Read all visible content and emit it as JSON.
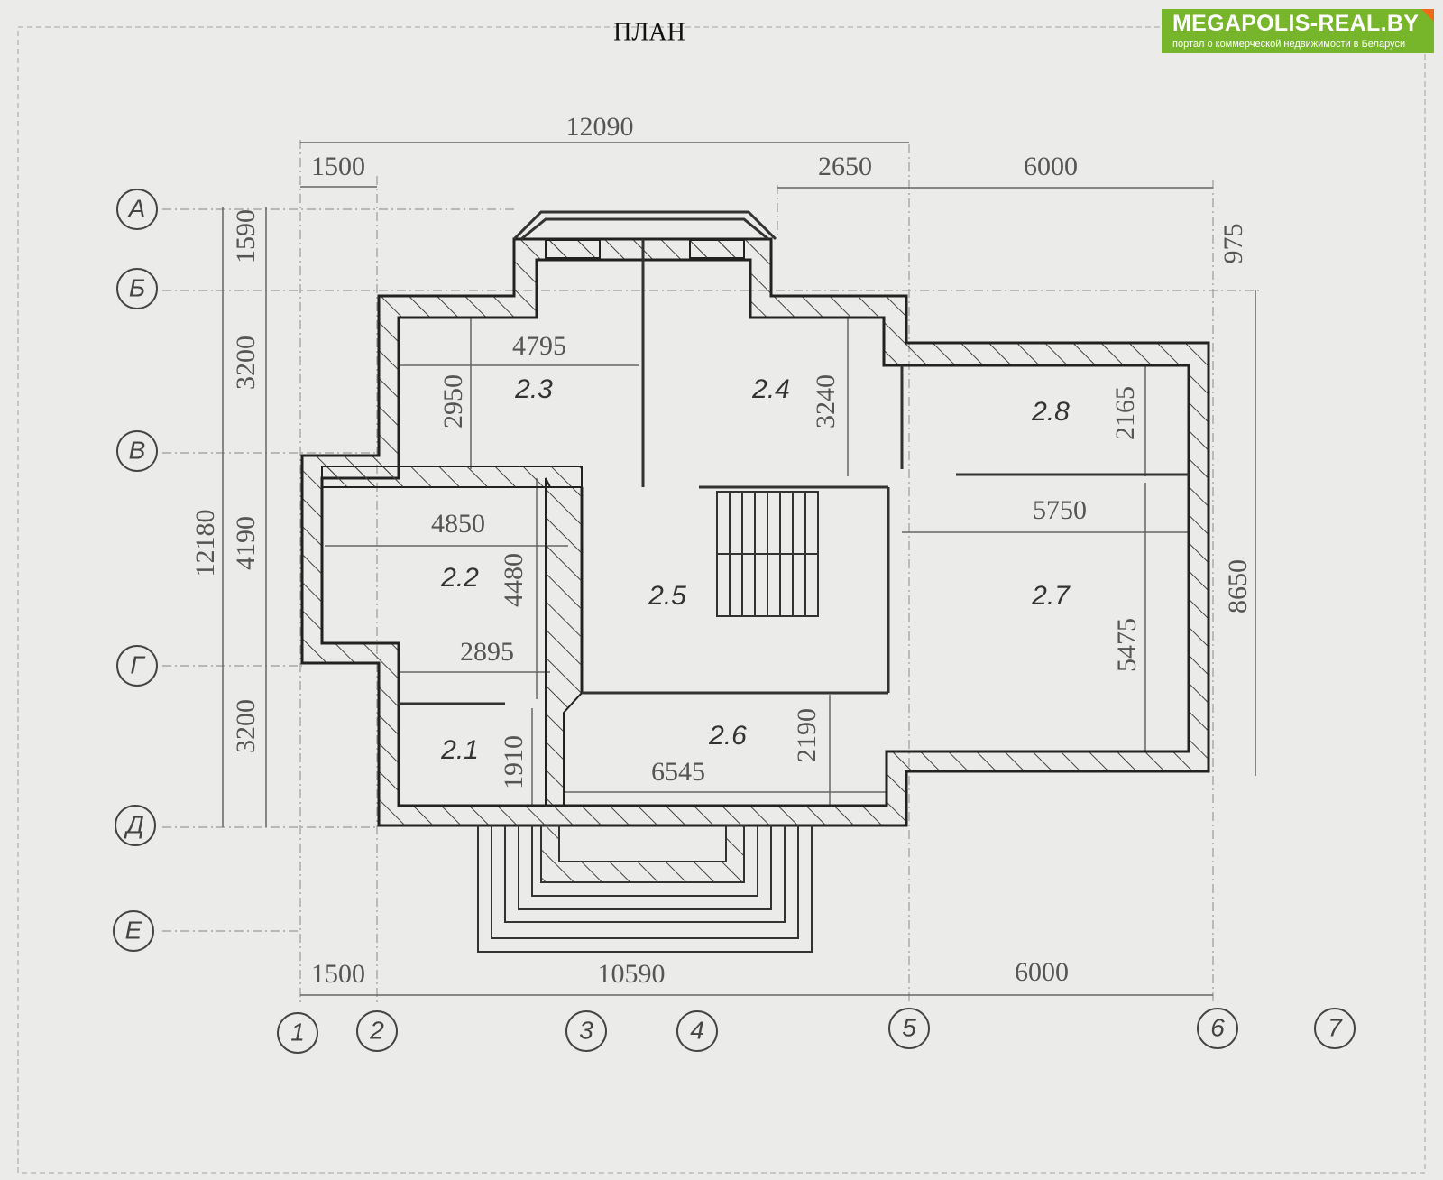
{
  "title": "ПЛАН",
  "logo": {
    "name": "MEGAPOLIS-REAL.BY",
    "tagline": "портал о коммерческой недвижимости в Беларуси",
    "color": "#77b52b"
  },
  "axes": {
    "rows": [
      "А",
      "Б",
      "В",
      "Г",
      "Д",
      "Е"
    ],
    "columns": [
      "1",
      "2",
      "3",
      "4",
      "5",
      "6",
      "7"
    ]
  },
  "dimensions": {
    "top": [
      "12090",
      "1500",
      "2650",
      "6000"
    ],
    "bottom": [
      "1500",
      "10590",
      "6000"
    ],
    "left": [
      "1590",
      "3200",
      "4190",
      "3200",
      "12180"
    ],
    "right": [
      "975",
      "8650"
    ],
    "inner": [
      "4795",
      "2950",
      "3240",
      "2165",
      "4850",
      "4480",
      "2895",
      "5750",
      "5475",
      "2190",
      "1910",
      "6545"
    ]
  },
  "rooms": [
    "2.3",
    "2.4",
    "2.8",
    "2.2",
    "2.5",
    "2.7",
    "2.1",
    "2.6"
  ]
}
